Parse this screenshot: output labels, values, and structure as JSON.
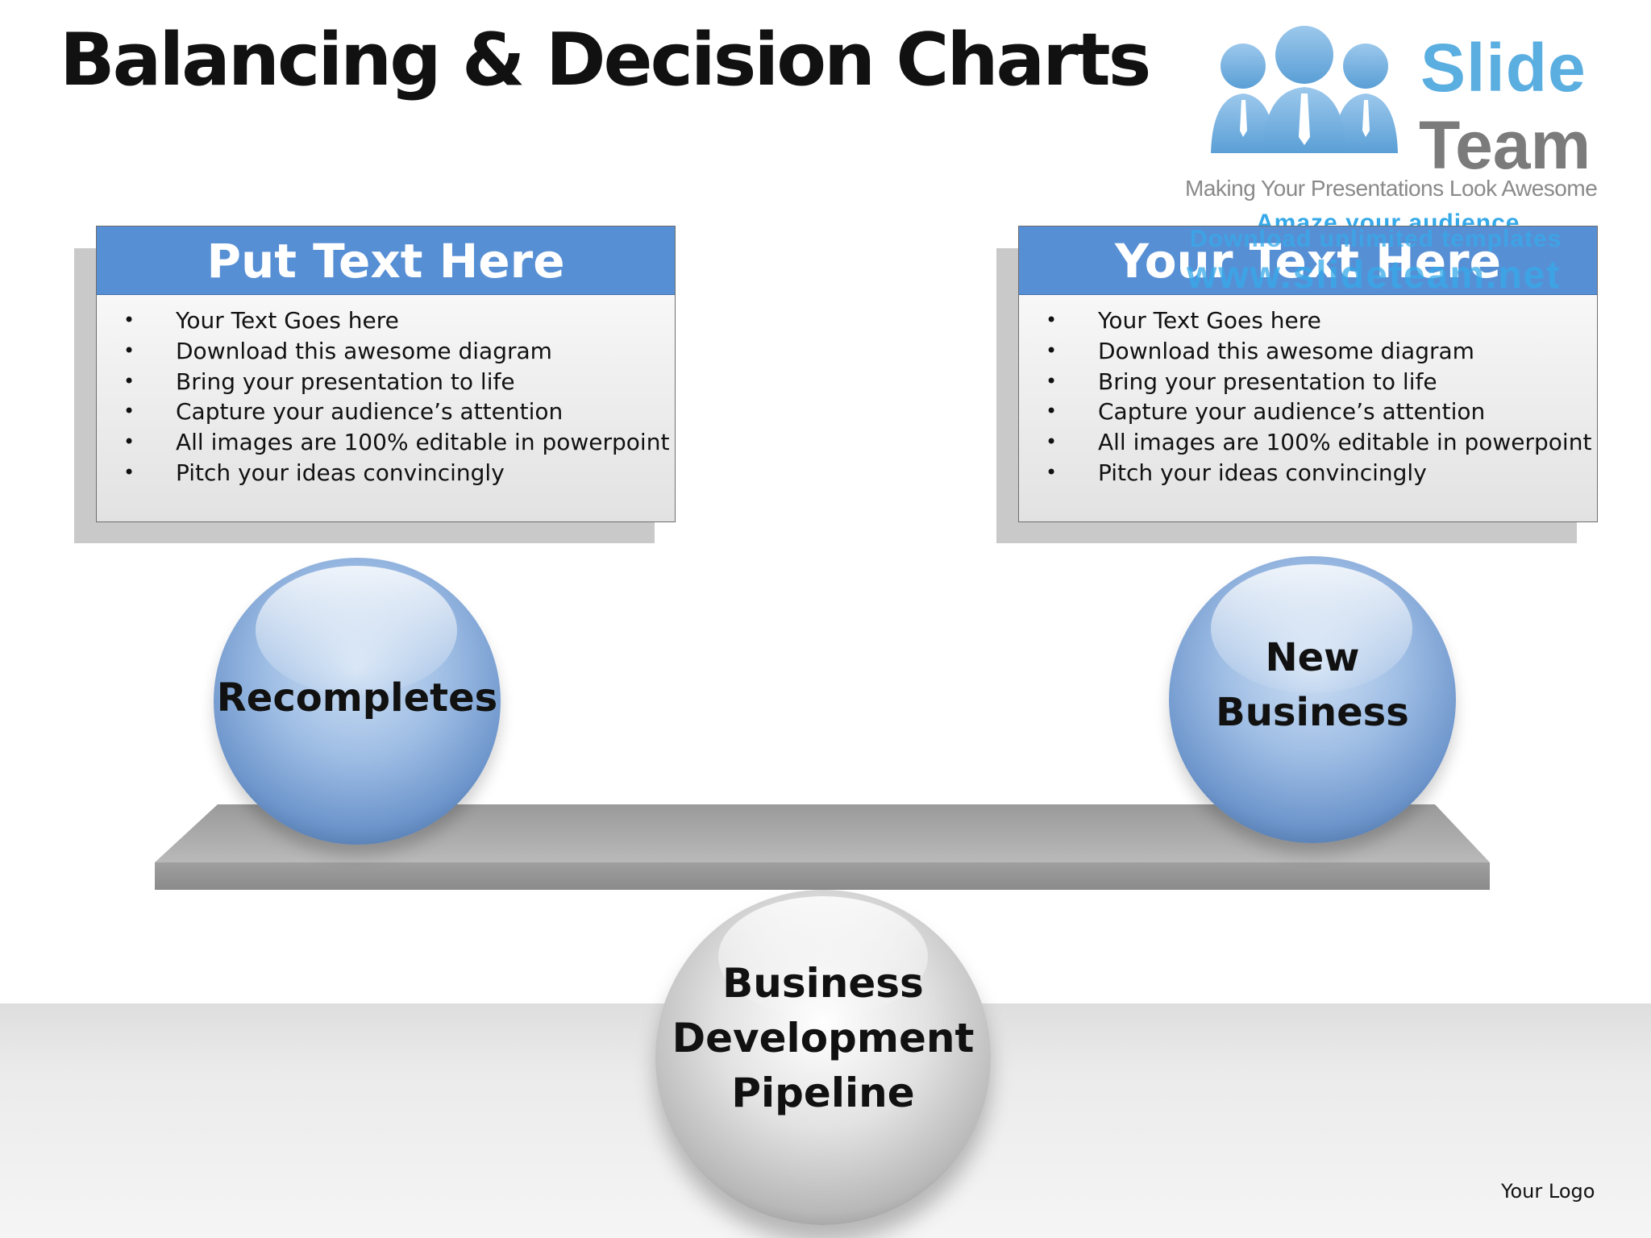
{
  "slide": {
    "title": "Balancing & Decision Charts",
    "footer_logo": "Your Logo"
  },
  "logo": {
    "word1": "Slide",
    "word2": "Team",
    "tagline": "Making Your Presentations Look Awesome",
    "line1": "Amaze your audience",
    "line2": "Download unlimited templates",
    "line3": "www.slideteam.net"
  },
  "left_box": {
    "heading": "Put Text Here",
    "bullets": [
      "Your Text Goes here",
      "Download this awesome diagram",
      "Bring your presentation to life",
      "Capture your audience’s attention",
      "All images are 100% editable in powerpoint",
      "Pitch your ideas convincingly"
    ]
  },
  "right_box": {
    "heading": "Your Text Here",
    "bullets": [
      "Your Text Goes here",
      "Download this awesome diagram",
      "Bring your presentation to life",
      "Capture your audience’s attention",
      "All images are 100% editable in powerpoint",
      "Pitch your ideas convincingly"
    ]
  },
  "balance": {
    "left_ball": "Recompletes",
    "right_ball_line1": "New",
    "right_ball_line2": "Business",
    "fulcrum_line1": "Business",
    "fulcrum_line2": "Development",
    "fulcrum_line3": "Pipeline"
  },
  "colors": {
    "header_blue": "#578fd5",
    "ball_blue": "#6e96cc",
    "logo_blue": "#5aaee0",
    "logo_gray": "#7b7b7b"
  }
}
